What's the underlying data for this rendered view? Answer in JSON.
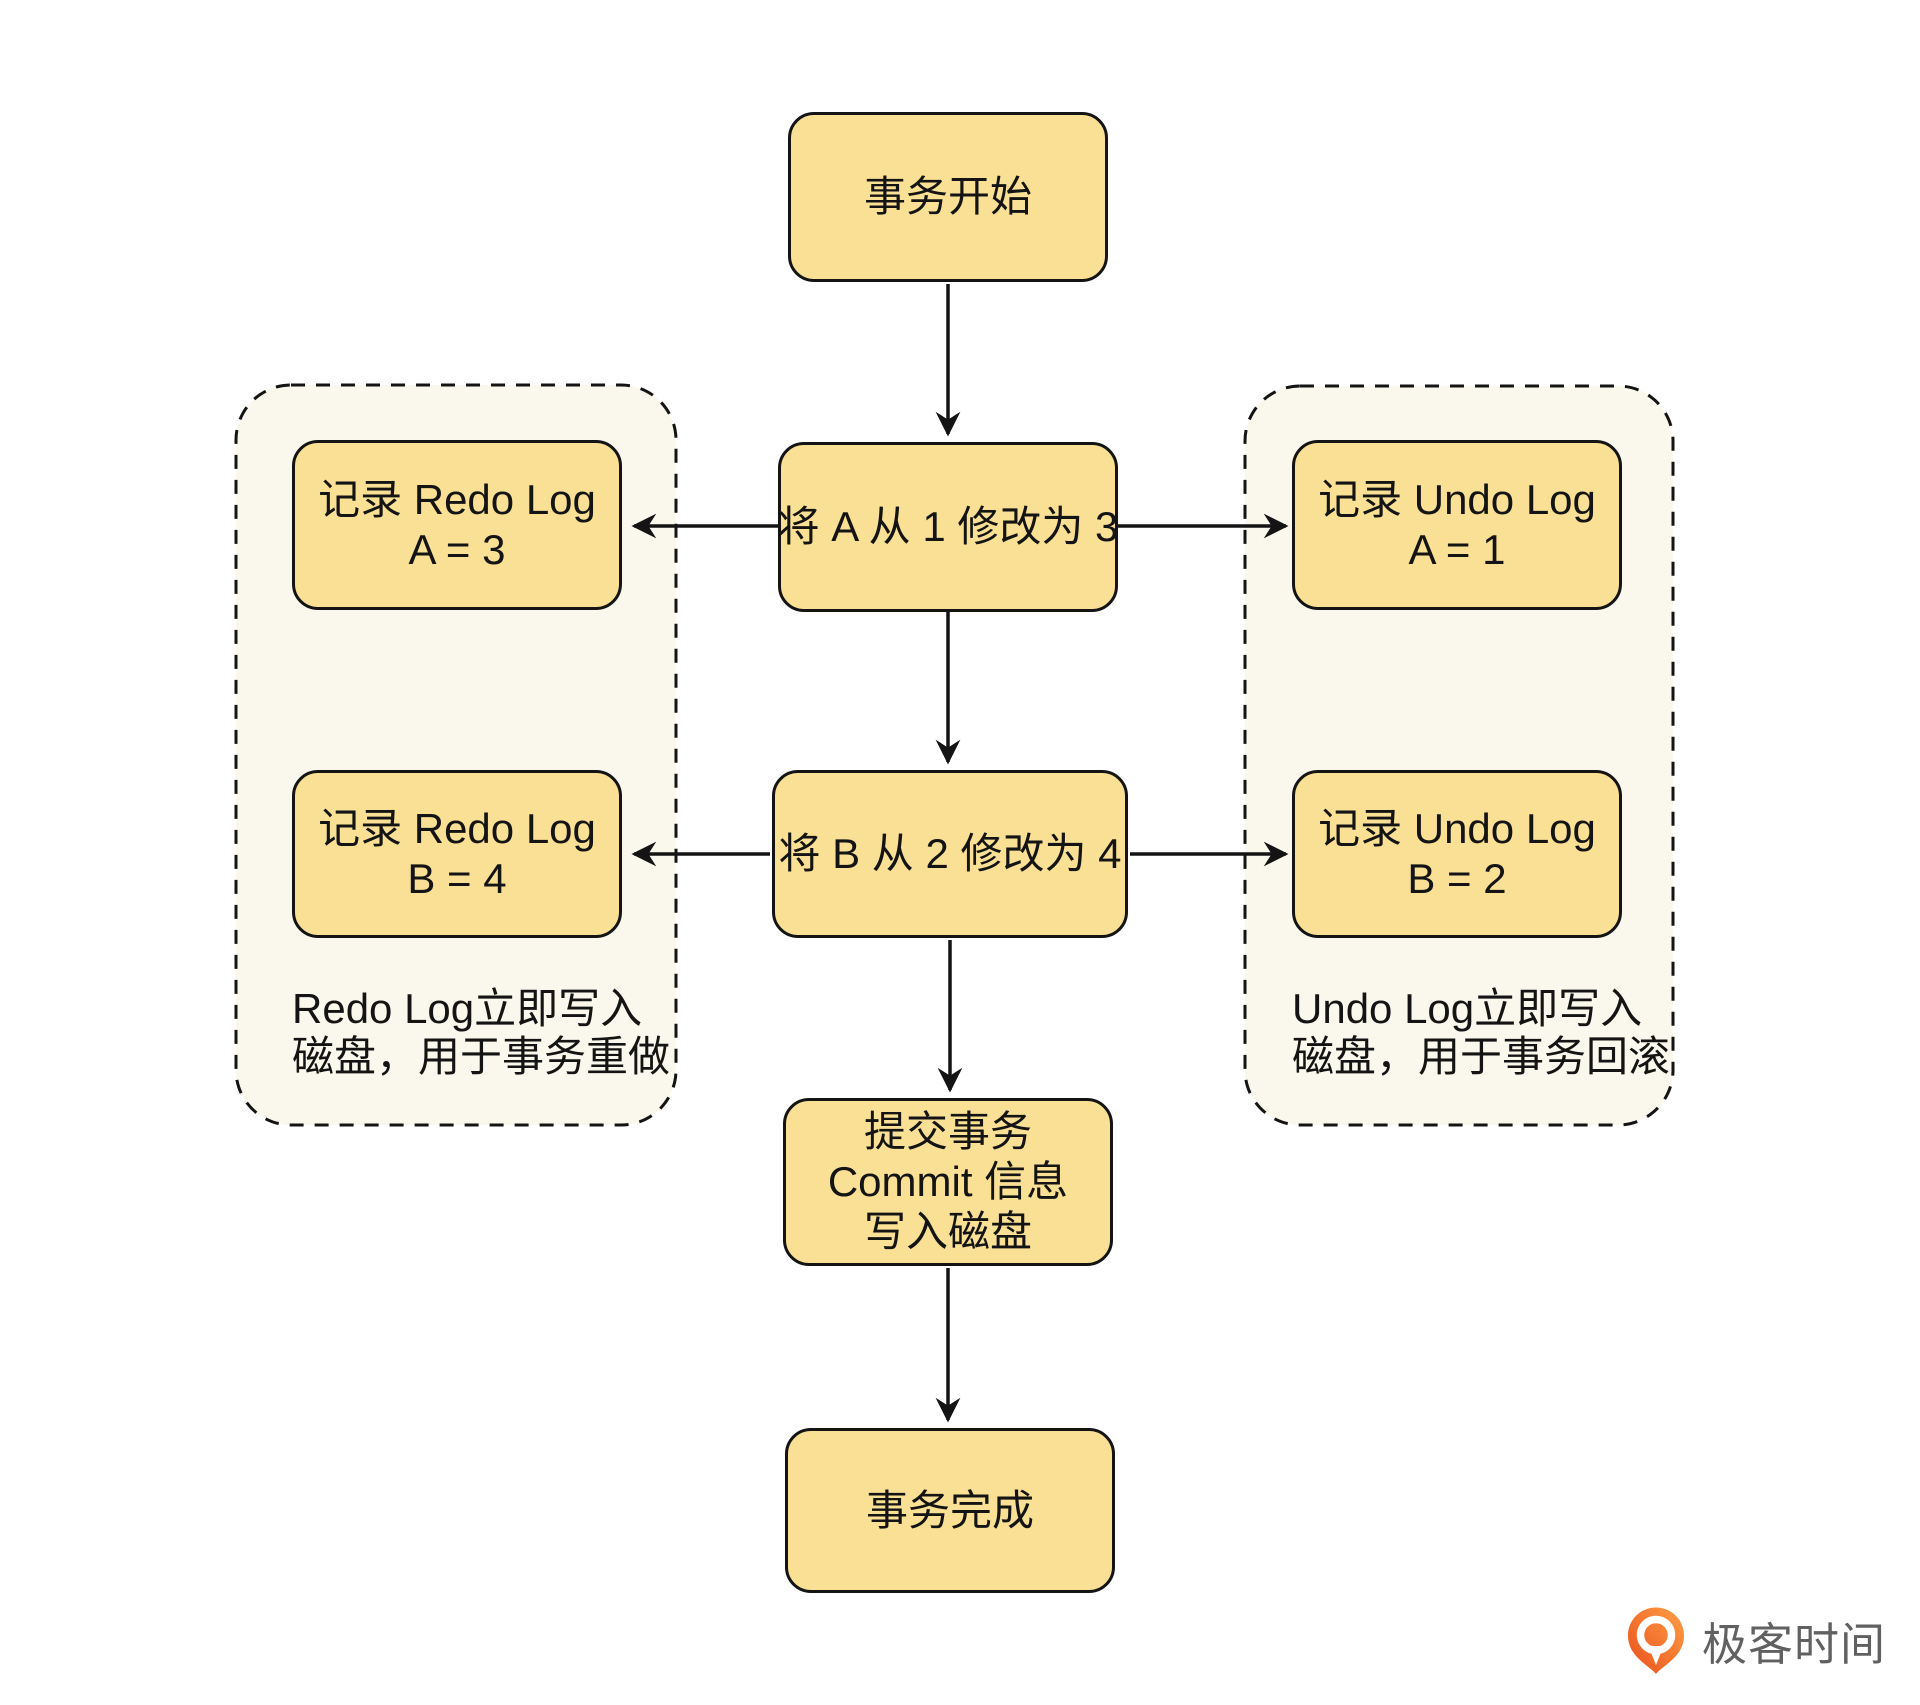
{
  "colors": {
    "background": "#FFFFFF",
    "node_fill": "#FAE094",
    "node_border": "#141414",
    "group_fill": "#FAF7EC",
    "group_border": "#141414",
    "arrow": "#141414",
    "text": "#141414",
    "logo_orange_start": "#E94F1D",
    "logo_orange_end": "#FF9F45",
    "logo_text": "#616161"
  },
  "nodes": {
    "start": {
      "label": "事务开始"
    },
    "modify_a": {
      "label": "将 A 从 1 修改为 3"
    },
    "redo_a": {
      "line1": "记录 Redo Log",
      "line2": "A = 3"
    },
    "undo_a": {
      "line1": "记录 Undo Log",
      "line2": "A = 1"
    },
    "modify_b": {
      "label": "将 B 从 2 修改为 4"
    },
    "redo_b": {
      "line1": "记录 Redo Log",
      "line2": "B = 4"
    },
    "undo_b": {
      "line1": "记录 Undo Log",
      "line2": "B = 2"
    },
    "commit": {
      "line1": "提交事务",
      "line2": "Commit 信息",
      "line3": "写入磁盘"
    },
    "done": {
      "label": "事务完成"
    }
  },
  "groups": {
    "redo": {
      "note1": "Redo Log立即写入",
      "note2": "磁盘，用于事务重做"
    },
    "undo": {
      "note1": "Undo Log立即写入",
      "note2": "磁盘，用于事务回滚"
    }
  },
  "edges": [
    {
      "from": "start",
      "to": "modify_a"
    },
    {
      "from": "modify_a",
      "to": "redo_a"
    },
    {
      "from": "modify_a",
      "to": "undo_a"
    },
    {
      "from": "modify_a",
      "to": "modify_b"
    },
    {
      "from": "modify_b",
      "to": "redo_b"
    },
    {
      "from": "modify_b",
      "to": "undo_b"
    },
    {
      "from": "modify_b",
      "to": "commit"
    },
    {
      "from": "commit",
      "to": "done"
    }
  ],
  "logo": {
    "text": "极客时间"
  }
}
